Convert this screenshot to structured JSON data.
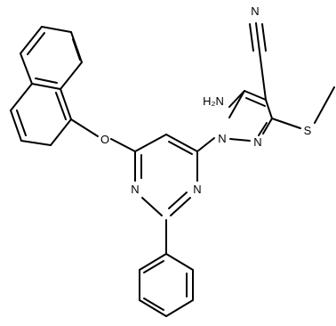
{
  "atom_labels": {
    "nitrile_n": "N",
    "amine": "H₂N",
    "thioether_s": "S",
    "pyrazole_n1": "N",
    "pyrazole_n2": "N",
    "ether_o": "O",
    "pyrimidine_n1": "N",
    "pyrimidine_n3": "N"
  },
  "colors": {
    "bond": "#000000",
    "label": "#000000",
    "background": "#ffffff"
  }
}
